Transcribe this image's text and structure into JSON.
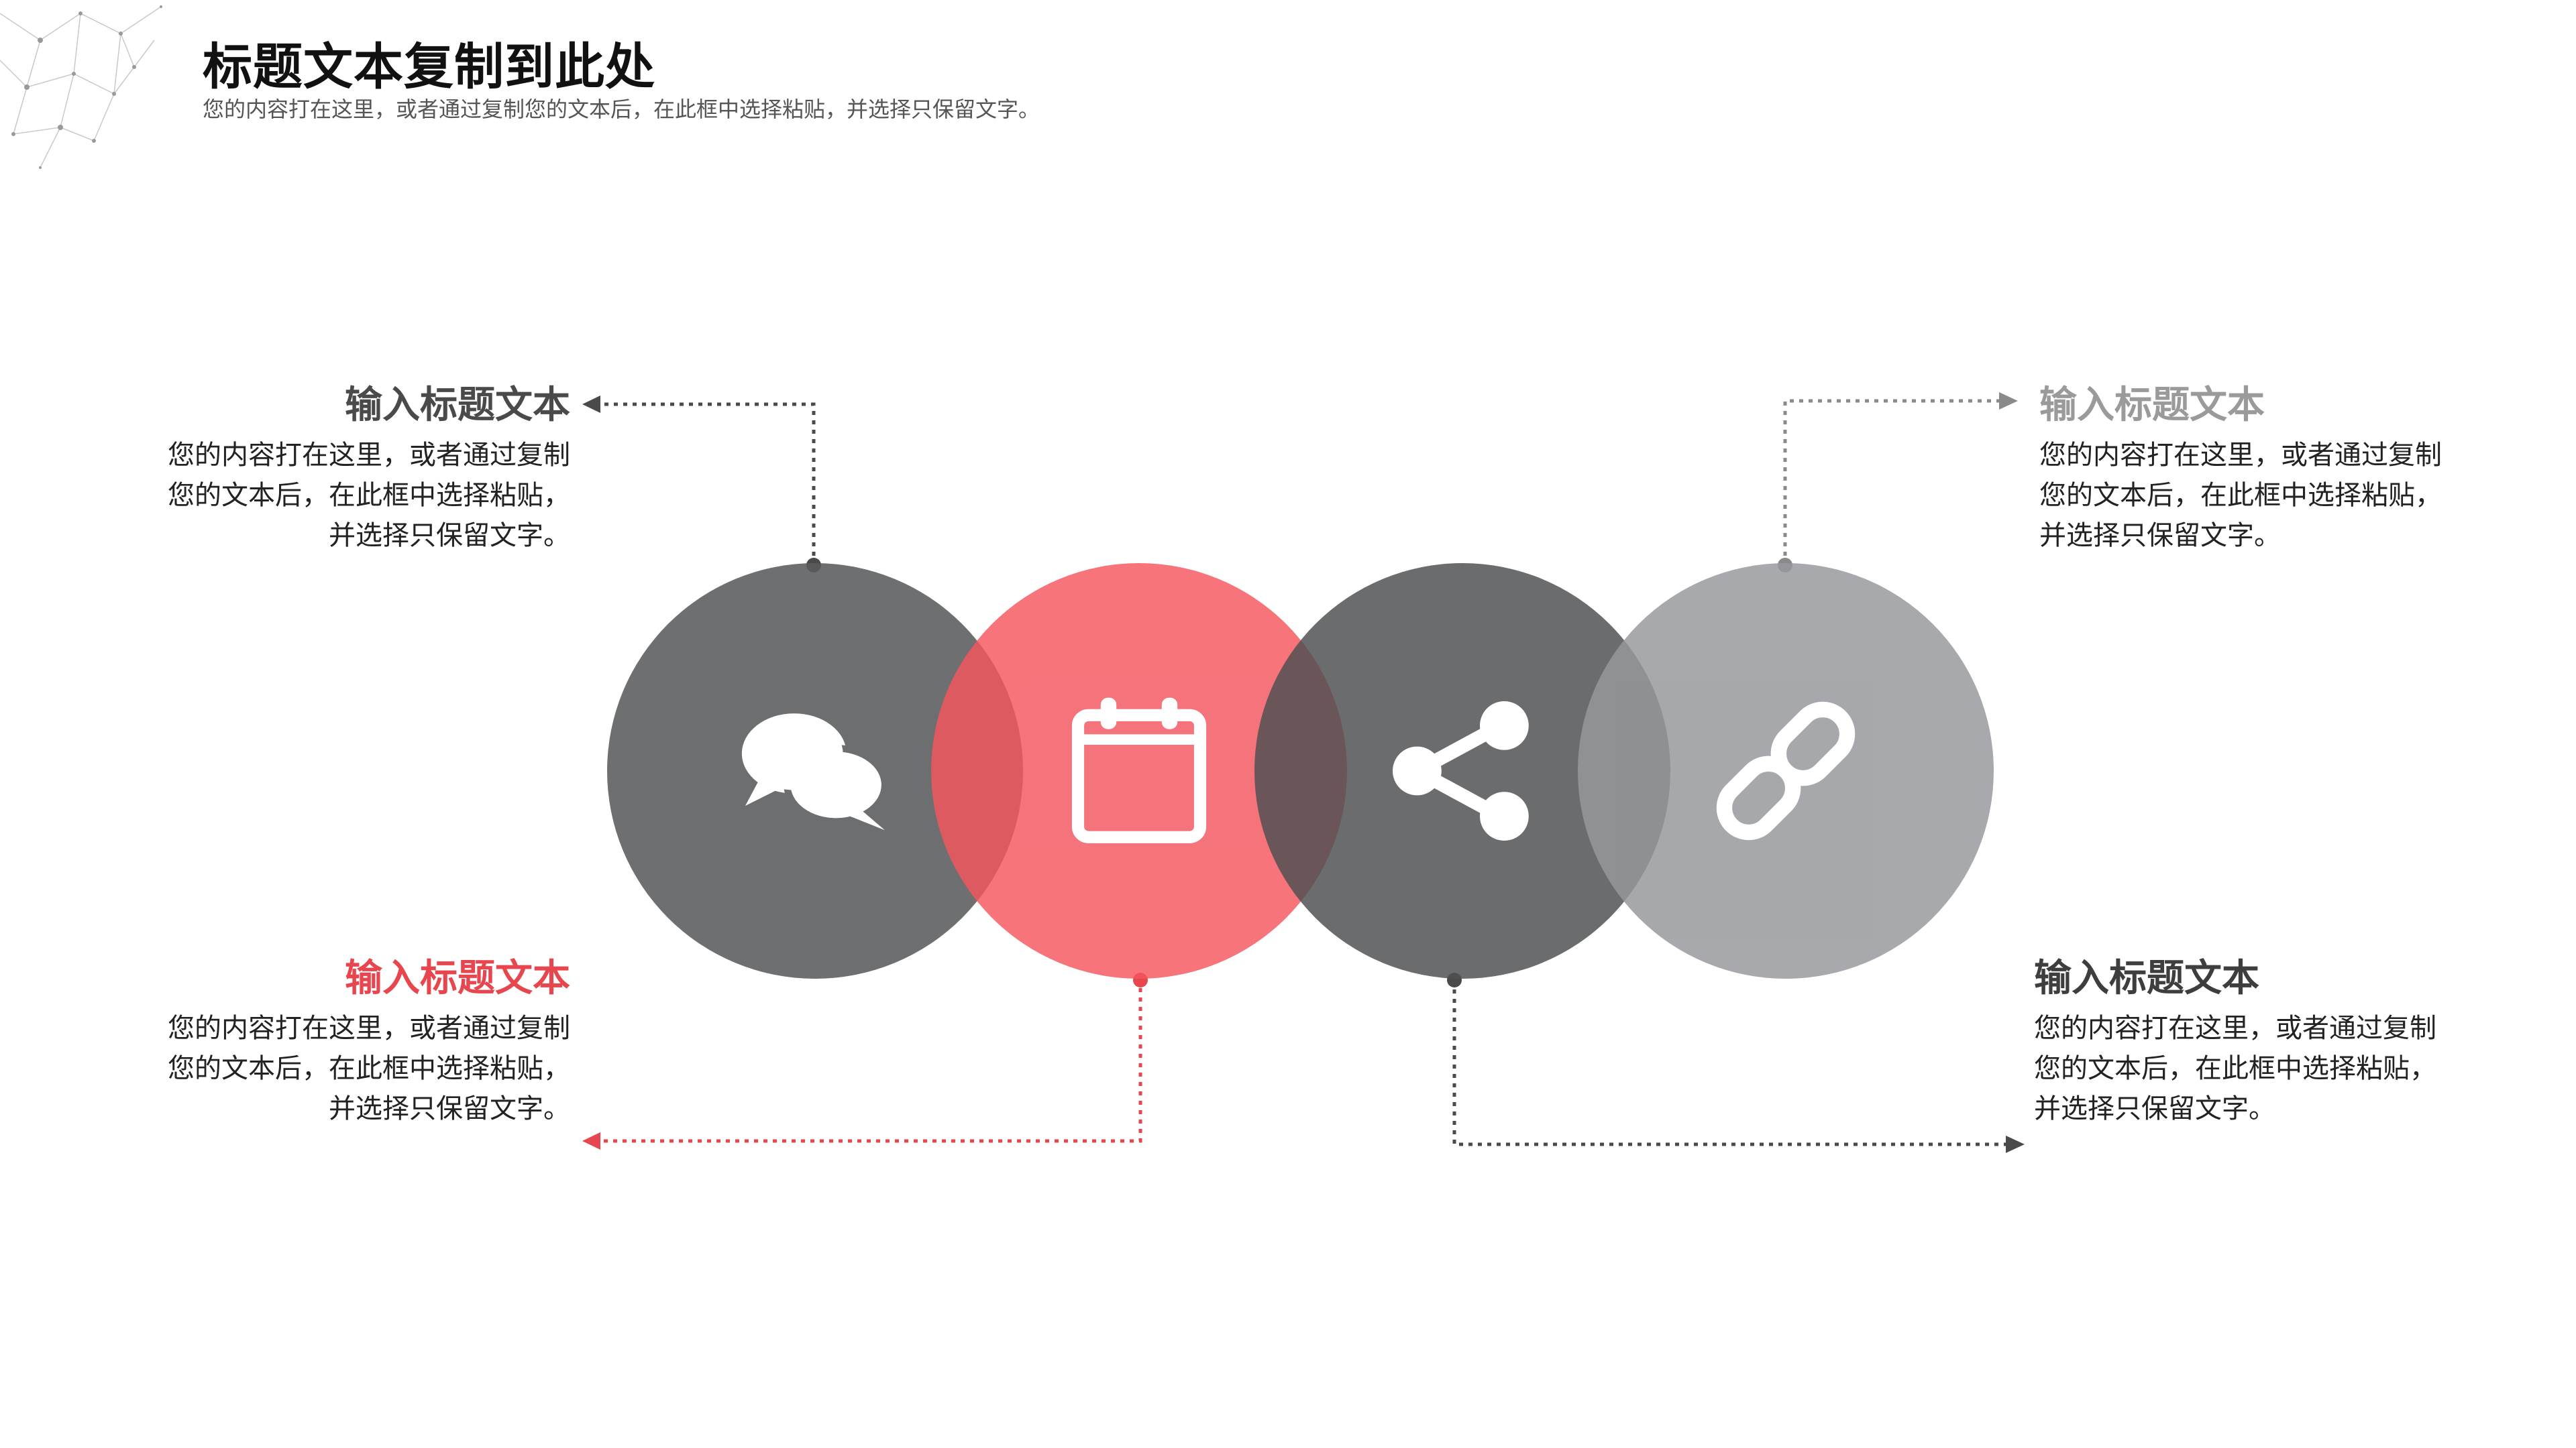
{
  "header": {
    "title": "标题文本复制到此处",
    "subtitle": "您的内容打在这里，或者通过复制您的文本后，在此框中选择粘贴，并选择只保留文字。"
  },
  "circles": [
    {
      "icon": "chat-bubbles-icon",
      "color": "#595b5c"
    },
    {
      "icon": "calendar-icon",
      "color": "#f4555d"
    },
    {
      "icon": "share-icon",
      "color": "#4f5052"
    },
    {
      "icon": "link-icon",
      "color": "#96989c"
    }
  ],
  "blocks": [
    {
      "title": "输入标题文本",
      "lines": [
        "您的内容打在这里，或者通过复制",
        "您的文本后，在此框中选择粘贴，",
        "并选择只保留文字。"
      ],
      "color": "#4a4a4a"
    },
    {
      "title": "输入标题文本",
      "lines": [
        "您的内容打在这里，或者通过复制",
        "您的文本后，在此框中选择粘贴，",
        "并选择只保留文字。"
      ],
      "color": "#9a9a9a"
    },
    {
      "title": "输入标题文本",
      "lines": [
        "您的内容打在这里，或者通过复制",
        "您的文本后，在此框中选择粘贴，",
        "并选择只保留文字。"
      ],
      "color": "#e8464e"
    },
    {
      "title": "输入标题文本",
      "lines": [
        "您的内容打在这里，或者通过复制",
        "您的文本后，在此框中选择粘贴，",
        "并选择只保留文字。"
      ],
      "color": "#3e3e3e"
    }
  ]
}
